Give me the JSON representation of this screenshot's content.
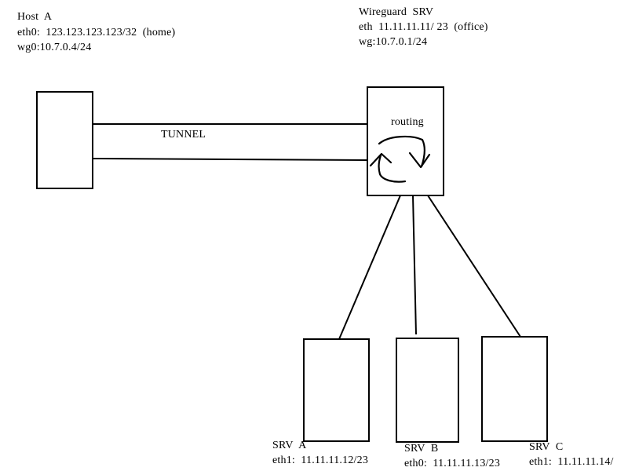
{
  "hostA": {
    "name": "Host  A",
    "eth0": "eth0:  123.123.123.123/32  (home)",
    "wg0": "wg0:10.7.0.4/24"
  },
  "wireguard": {
    "name": "Wireguard  SRV",
    "eth": "eth  11.11.11.11/ 23  (office)",
    "wg": "wg:10.7.0.1/24",
    "routing": "routing"
  },
  "tunnel": {
    "label": "TUNNEL"
  },
  "srvA": {
    "name": "SRV  A",
    "eth": "eth1:  11.11.11.12/23"
  },
  "srvB": {
    "name": "SRV  B",
    "eth": "eth0:  11.11.11.13/23"
  },
  "srvC": {
    "name": "SRV  C",
    "eth": "eth1:  11.11.11.14/"
  }
}
